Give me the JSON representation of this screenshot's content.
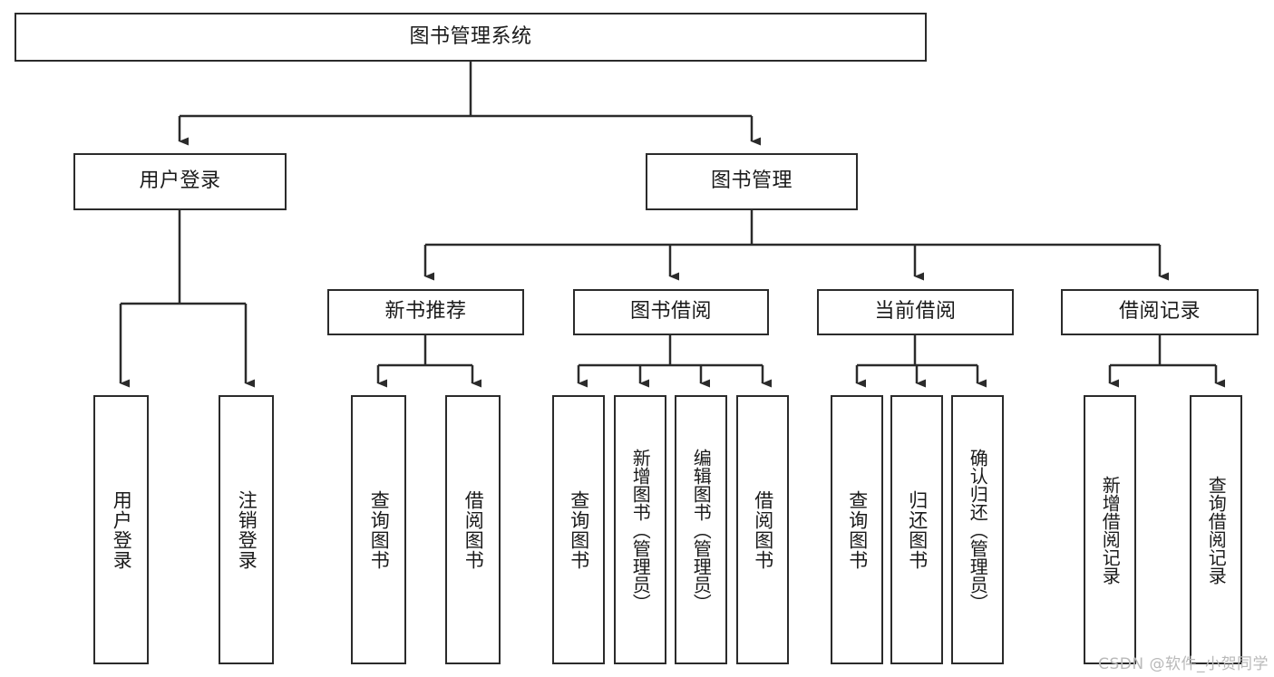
{
  "diagram": {
    "title": "图书管理系统",
    "type": "tree-hierarchy-chart",
    "colors": {
      "stroke": "#2b2b2b",
      "fill": "#ffffff",
      "text": "#1a1a1a",
      "watermark": "#b9b9b9"
    },
    "root": {
      "label": "图书管理系统"
    },
    "level2": [
      {
        "label": "用户登录"
      },
      {
        "label": "图书管理"
      }
    ],
    "level3": [
      {
        "label": "新书推荐"
      },
      {
        "label": "图书借阅"
      },
      {
        "label": "当前借阅"
      },
      {
        "label": "借阅记录"
      }
    ],
    "leaves": {
      "user_login": [
        {
          "label": "用户登录"
        },
        {
          "label": "注销登录"
        }
      ],
      "new_book": [
        {
          "label": "查询图书"
        },
        {
          "label": "借阅图书"
        }
      ],
      "book_borrow": [
        {
          "label": "查询图书"
        },
        {
          "label": "新增图书（管理员）"
        },
        {
          "label": "编辑图书（管理员）"
        },
        {
          "label": "借阅图书"
        }
      ],
      "current_borrow": [
        {
          "label": "查询图书"
        },
        {
          "label": "归还图书"
        },
        {
          "label": "确认归还（管理员）"
        }
      ],
      "borrow_record": [
        {
          "label": "新增借阅记录"
        },
        {
          "label": "查询借阅记录"
        }
      ]
    }
  },
  "watermark": {
    "text": "CSDN @软件_小贺同学"
  }
}
